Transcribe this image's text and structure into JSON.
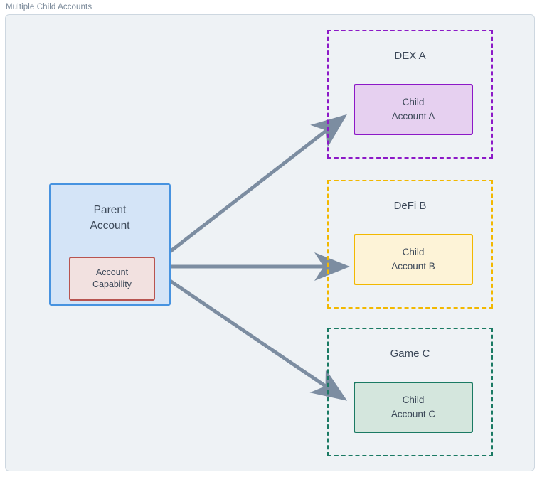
{
  "figure": {
    "caption": "Multiple Child Accounts"
  },
  "colors": {
    "canvas_background": "#eef2f5",
    "frame_border": "#cdd7e0",
    "text": "#3c4858",
    "caption_text": "#7b8a9a",
    "arrow": "#7c8da1",
    "parent_fill": "#d4e4f7",
    "parent_border": "#4793e0",
    "capability_fill": "#f2e1e0",
    "capability_border": "#b85450",
    "dex_accent": "#8c19c7",
    "defi_accent": "#f2b800",
    "game_accent": "#1a7a63",
    "child_a_fill": "#e6d0f0",
    "child_b_fill": "#fdf3d7",
    "child_c_fill": "#d4e6dd"
  },
  "parent": {
    "title": "Parent\nAccount",
    "capability_label": "Account\nCapability"
  },
  "groups": [
    {
      "id": "dex",
      "title": "DEX A",
      "accent": "#8c19c7",
      "child": {
        "label": "Child\nAccount A",
        "fill": "#e6d0f0",
        "border": "#8c19c7"
      }
    },
    {
      "id": "defi",
      "title": "DeFi B",
      "accent": "#f2b800",
      "child": {
        "label": "Child\nAccount B",
        "fill": "#fdf3d7",
        "border": "#f2b800"
      }
    },
    {
      "id": "game",
      "title": "Game C",
      "accent": "#1a7a63",
      "child": {
        "label": "Child\nAccount C",
        "fill": "#d4e6dd",
        "border": "#1a7a63"
      }
    }
  ],
  "connectors": [
    {
      "id": "capability-to-child-a",
      "from": "account-capability",
      "to": "child-account-a",
      "style": "solid-arrow"
    },
    {
      "id": "capability-to-child-b",
      "from": "account-capability",
      "to": "child-account-b",
      "style": "solid-arrow"
    },
    {
      "id": "capability-to-child-c",
      "from": "account-capability",
      "to": "child-account-c",
      "style": "solid-arrow"
    }
  ]
}
